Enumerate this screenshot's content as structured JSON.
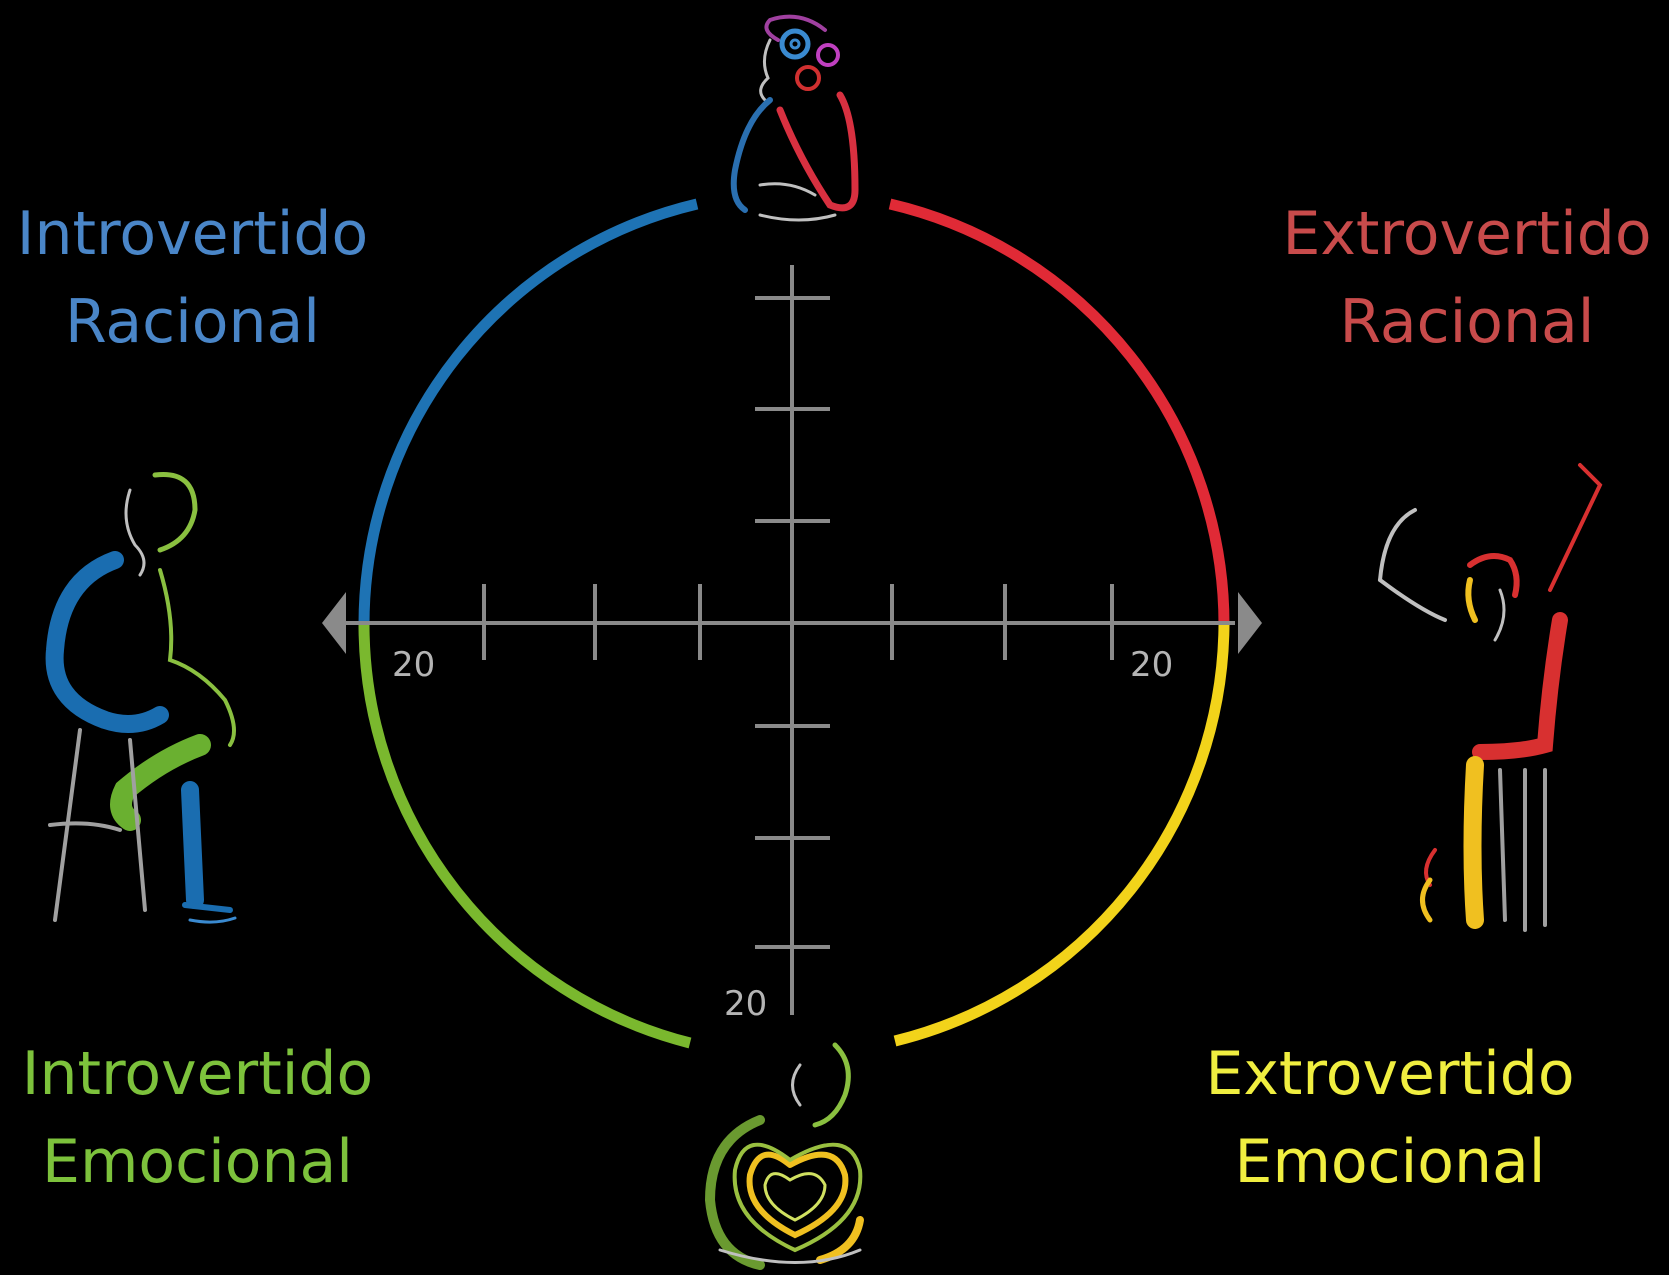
{
  "colors": {
    "background": "#000000",
    "introvertido_racional": "#4a86c8",
    "extrovertido_racional": "#c84b4b",
    "introvertido_emocional": "#7dc23c",
    "extrovertido_emocional": "#f0ee40",
    "arc_blue": "#1e73b4",
    "arc_red": "#e02a36",
    "arc_green": "#7ab82e",
    "arc_yellow": "#f2d31a",
    "axis_gray": "#8a8a8a"
  },
  "quadrants": {
    "top_left": {
      "line1": "Introvertido",
      "line2": "Racional"
    },
    "top_right": {
      "line1": "Extrovertido",
      "line2": "Racional"
    },
    "bottom_left": {
      "line1": "Introvertido",
      "line2": "Emocional"
    },
    "bottom_right": {
      "line1": "Extrovertido",
      "line2": "Emocional"
    }
  },
  "axis": {
    "left_tick_label": "20",
    "right_tick_label": "20",
    "bottom_tick_label": "20"
  },
  "figures": {
    "top": "thinking-person-gears-icon",
    "bottom": "person-heart-icon",
    "left": "seated-person-icon",
    "right": "cheering-person-icon"
  }
}
